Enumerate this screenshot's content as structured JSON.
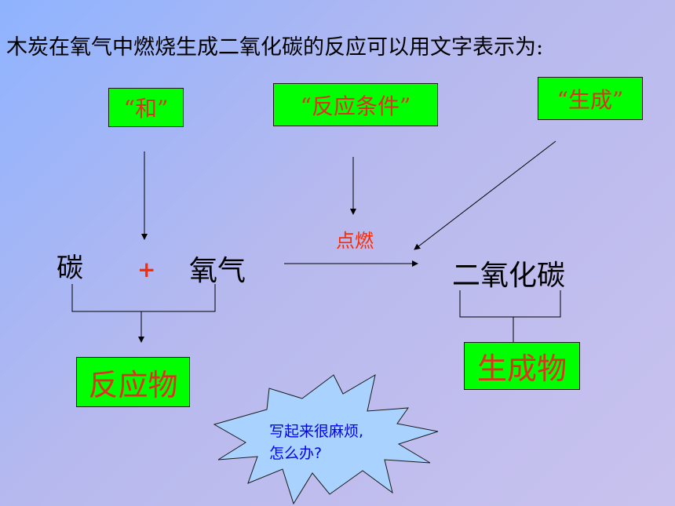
{
  "title": "木炭在氧气中燃烧生成二氧化碳的反应可以用文字表示为:",
  "labels": {
    "and_box": "“和”",
    "condition_box": "“反应条件”",
    "produce_box": "“生成”",
    "reactants_box": "反应物",
    "products_box": "生成物"
  },
  "equation": {
    "carbon": "碳",
    "plus": "+",
    "oxygen": "氧气",
    "condition": "点燃",
    "product": "二氧化碳"
  },
  "callout": {
    "line1": "写起来很麻烦,",
    "line2": "怎么办?"
  },
  "colors": {
    "box_fill": "#00ff00",
    "box_text": "#e03020",
    "accent_red": "#ff2a00",
    "callout_fill": "#a9d2ff",
    "callout_text": "#0000ee"
  }
}
